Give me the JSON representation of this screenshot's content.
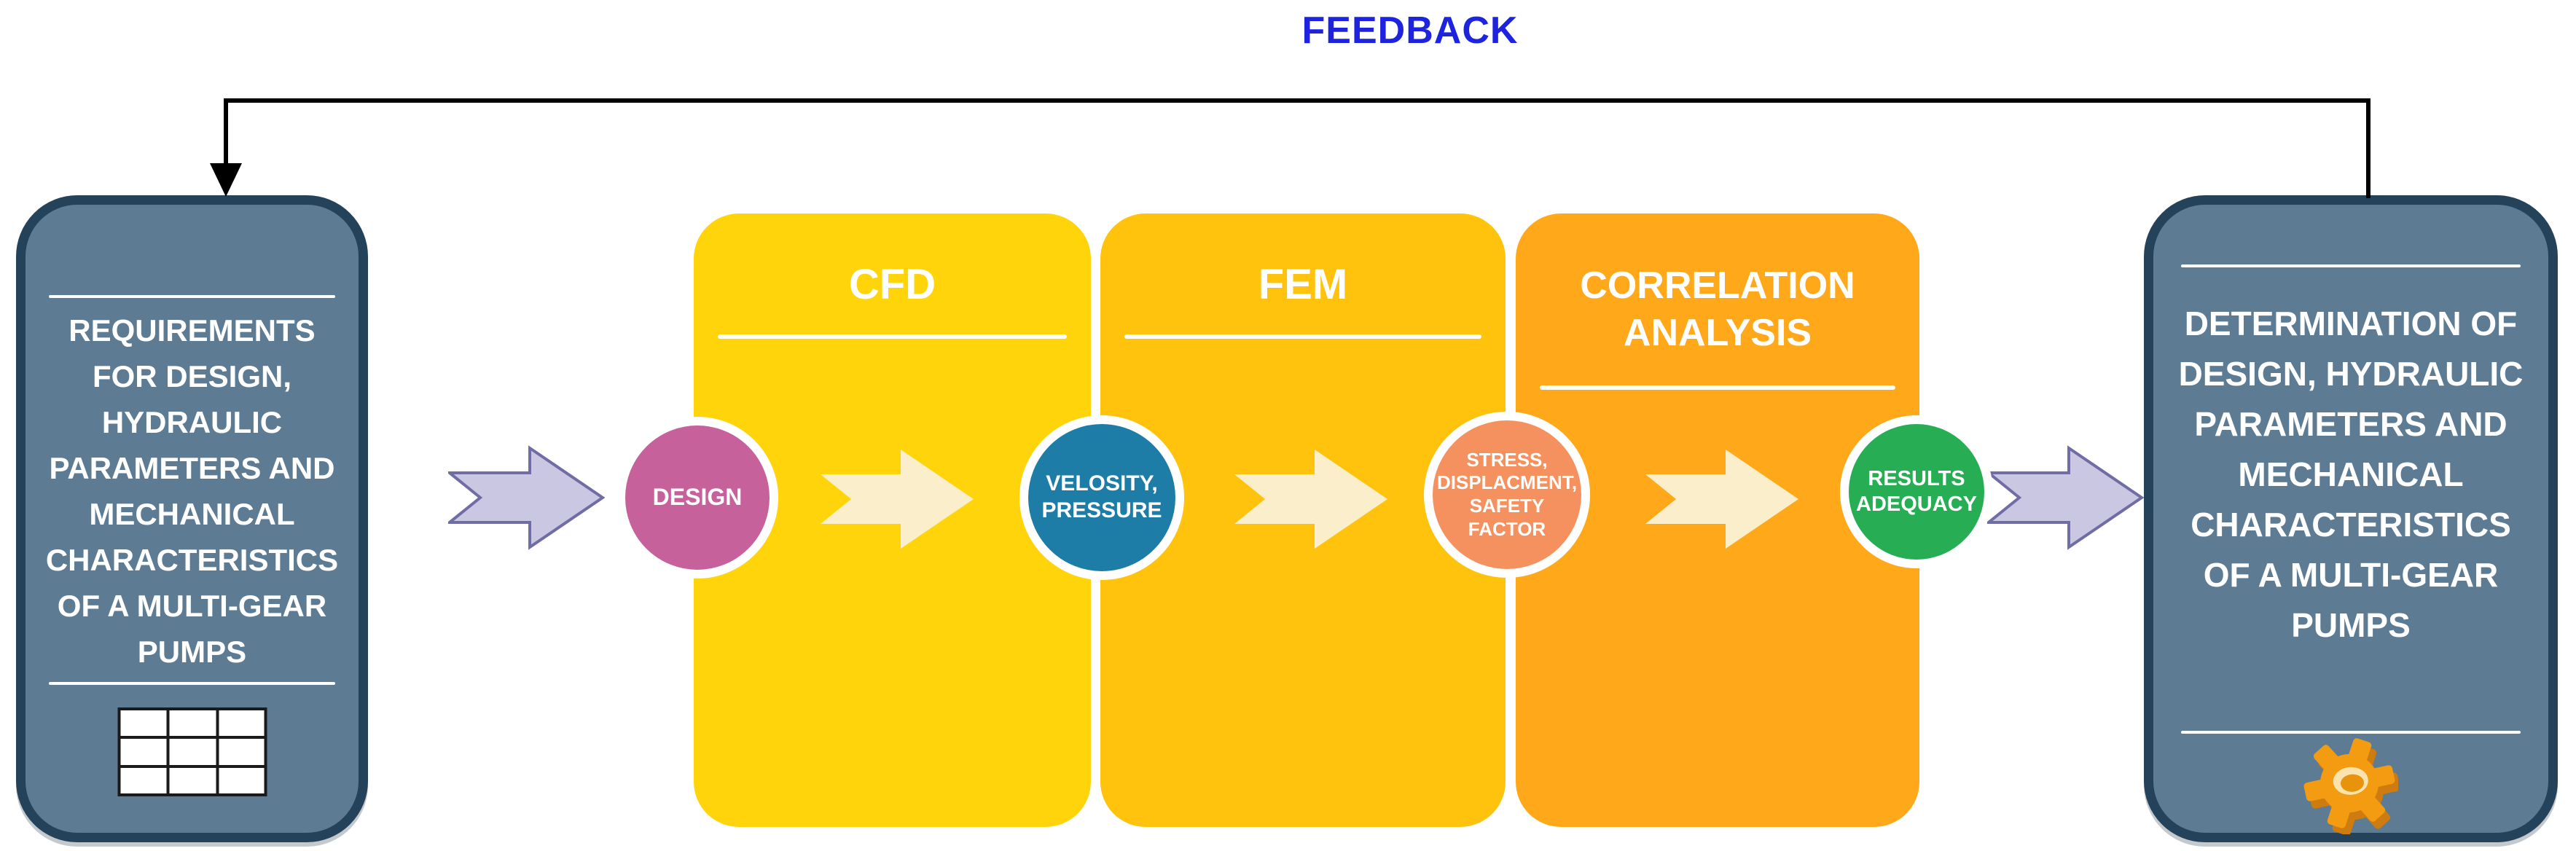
{
  "feedback": {
    "label": "FEEDBACK"
  },
  "colors": {
    "feedback_text": "#1E23E0",
    "feedback_line": "#000000",
    "slate_fill": "#5D7B93",
    "slate_border": "#24425A",
    "separator": "#FFFFFF",
    "stage_cfd": "#FFD40B",
    "stage_fem": "#FFC30D",
    "stage_corr": "#FFA91A",
    "cream_arrow": "#FAEECB",
    "lavender_fill": "#C9C7E1",
    "lavender_stroke": "#6F6DA3",
    "node_design": "#C7619C",
    "node_velosity": "#1E7DA7",
    "node_stress": "#F5915F",
    "node_results": "#27AE54",
    "gear_main": "#F39C12",
    "table_stroke": "#1A1A1A"
  },
  "left_box": {
    "title": "REQUIREMENTS\nFOR DESIGN,\nHYDRAULIC\nPARAMETERS AND\nMECHANICAL\nCHARACTERISTICS\nOF A MULTI-GEAR\nPUMPS",
    "icon": "table-icon"
  },
  "right_box": {
    "title": "DETERMINATION OF\nDESIGN, HYDRAULIC\nPARAMETERS AND\nMECHANICAL\nCHARACTERISTICS\nOF A MULTI-GEAR\nPUMPS",
    "icon": "gear-icon"
  },
  "stages": [
    {
      "label": "CFD"
    },
    {
      "label": "FEM"
    },
    {
      "label": "CORRELATION\nANALYSIS"
    }
  ],
  "nodes": [
    {
      "label": "DESIGN"
    },
    {
      "label": "VELOSITY,\nPRESSURE"
    },
    {
      "label": "STRESS,\nDISPLACMENT,\nSAFETY\nFACTOR"
    },
    {
      "label": "RESULTS\nADEQUACY"
    }
  ]
}
